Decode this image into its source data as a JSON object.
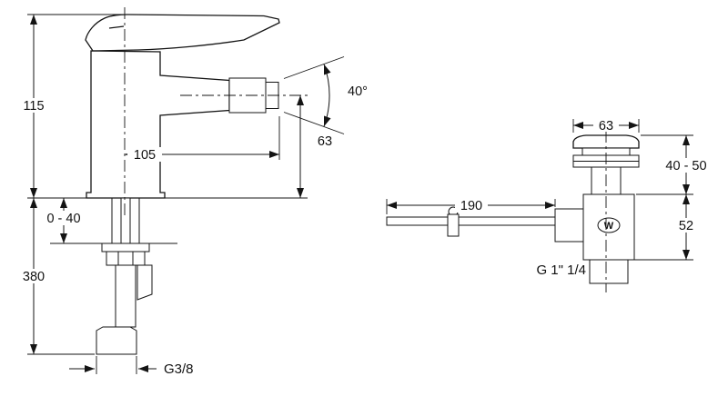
{
  "canvas": {
    "background": "#ffffff",
    "line_color": "#141414"
  },
  "faucet_view": {
    "dimensions": {
      "height_above_deck": "115",
      "deck_thickness_range": "0 - 40",
      "supply_length": "380",
      "spout_reach": "105",
      "spout_height": "63",
      "spray_angle": "40°",
      "supply_thread": "G3/8"
    }
  },
  "drain_view": {
    "logo": "W",
    "dimensions": {
      "flange_diameter": "63",
      "mounting_range": "40 - 50",
      "rod_length": "190",
      "body_height": "52",
      "outlet_thread": "G 1\" 1/4"
    }
  }
}
